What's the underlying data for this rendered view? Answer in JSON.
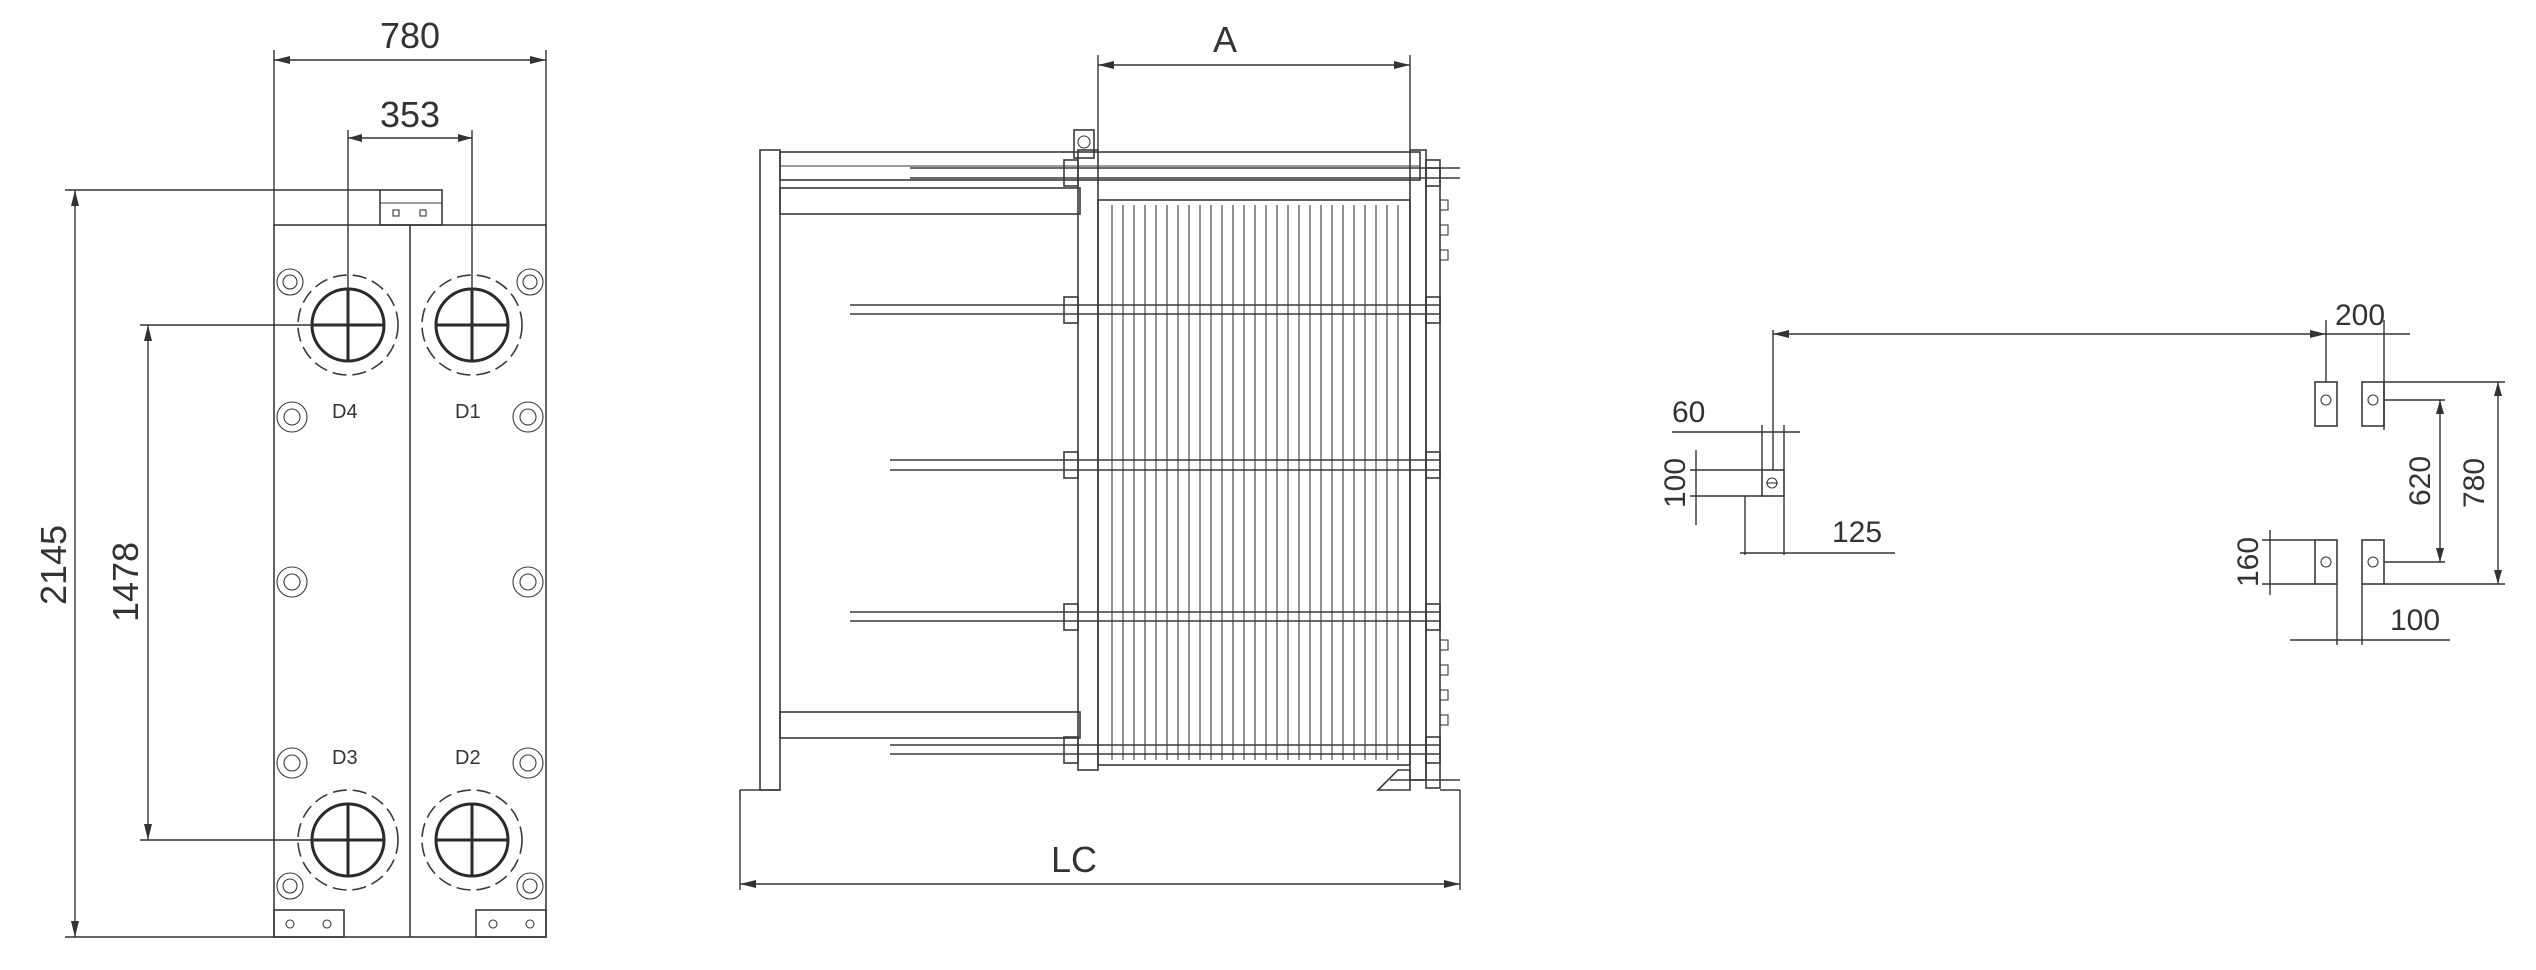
{
  "front_view": {
    "dimensions": {
      "width_total": "780",
      "port_spacing_horizontal": "353",
      "height_total": "2145",
      "port_spacing_vertical": "1478"
    },
    "ports": {
      "top_left": "D4",
      "top_right": "D1",
      "bottom_left": "D3",
      "bottom_right": "D2"
    }
  },
  "side_view": {
    "dimensions": {
      "plate_pack_length": "A",
      "total_length": "LC"
    }
  },
  "foundation_view": {
    "dimensions": {
      "top_width": "200",
      "slot_width": "60",
      "slot_height_left": "100",
      "offset_left": "125",
      "slot_height_right": "160",
      "bottom_width": "100",
      "vertical_inner": "620",
      "vertical_outer": "780"
    }
  },
  "colors": {
    "line": "#3a3a3a",
    "text": "#333333",
    "background": "#ffffff"
  }
}
